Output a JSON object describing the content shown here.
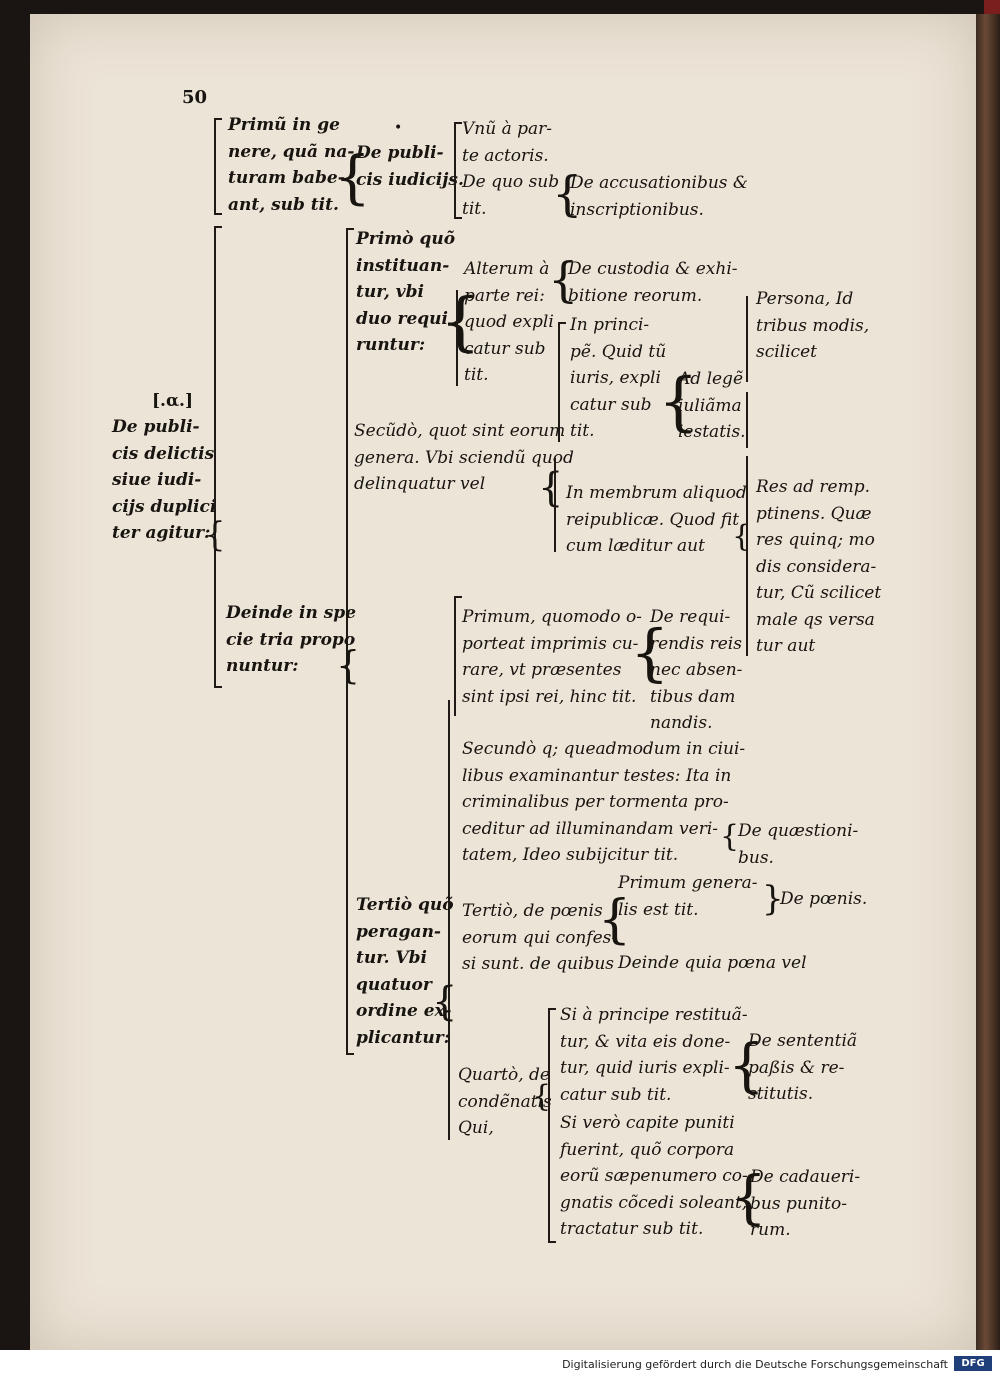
{
  "page_number": "50",
  "footer": {
    "credit": "Digitalisierung gefördert durch die Deutsche Forschungsgemeinschaft",
    "logo": "DFG"
  },
  "tree": {
    "root_mark": "[.α.]",
    "root": "De publi-\ncis delictis\nsiue iudi-\ncijs duplici\nter agitur:",
    "primum": "Primũ in ge\nnere, quã na-\nturam babe-\nant, sub tit.",
    "de_publicis": "De publi-\ncis iudicijs.",
    "unum_parte": "Vnũ à par-\nte actoris.\nDe quo sub\ntit.",
    "de_accusationibus": "De accusationibus &\ninscriptionibus.",
    "primo_quo": "Primò quõ\ninstituan-\ntur, vbi\nduo requi\nruntur:",
    "alterum": "Alterum à\nparte rei:\nquod expli\ncatur sub\ntit.",
    "de_custodia": "De custodia & exhi-\nbitione reorum.",
    "in_principe": "In princi-\npẽ. Quid tũ\niuris, expli\ncatur sub\ntit.",
    "ad_legem": "Ad legẽ\niuliãma\niestatis.",
    "persona": "Persona, Id\ntribus modis,\nscilicet",
    "secundo_quot": "Secũdò, quot sint eorum\ngenera. Vbi sciendũ quod\ndelinquatur vel",
    "in_membrum": "In membrum aliquod\nreipublicæ. Quod fit\ncum læditur aut",
    "res_ad": "Res ad remp.\nptinens. Quæ\nres quinq; mo\ndis considera-\ntur, Cũ scilicet\nmale qs versa\ntur aut",
    "deinde_in_specie": "Deinde in spe\ncie tria propo\nnuntur:",
    "primum_quomodo": "Primum, quomodo o-\nporteat imprimis cu-\nrare, vt præsentes\nsint ipsi rei, hinc tit.",
    "de_requirendis": "De requi-\nrendis reis\nnec absen-\ntibus dam\nnandis.",
    "secundo_quemadmodum": "Secundò q; queadmodum in ciui-\nlibus examinantur testes: Ita in\ncriminalibus per tormenta pro-\nceditur ad illuminandam veri-\ntatem, Ideo subijcitur tit.",
    "de_quaestionibus": "De quæstioni-\nbus.",
    "tertio_quo": "Tertiò quõ\nperagan-\ntur. Vbi\nquatuor\nordine ex-\nplicantur:",
    "tertio_de_poenis": "Tertiò, de pœnis\neorum qui confes-\nsi sunt. de quibus",
    "primum_generalis": "Primum genera-\nlis est tit.",
    "de_poenis": "De pœnis.",
    "deinde_quia": "Deinde quia pœna vel",
    "quarto": "Quartò, de\ncondẽnatis\nQui,",
    "si_a_principe": "Si à principe restituã-\ntur, & vita eis done-\ntur, quid iuris expli-\ncatur sub tit.",
    "de_sententia": "De sententiã\npaßis & re-\nstitutis.",
    "si_vero": "Si verò capite puniti\nfuerint, quõ corpora\neorũ sæpenumero co-\ngnatis cõcedi soleant,\ntractatur sub tit.",
    "de_cadaveribus": "De cadaueri-\nbus punito-\nrum."
  }
}
